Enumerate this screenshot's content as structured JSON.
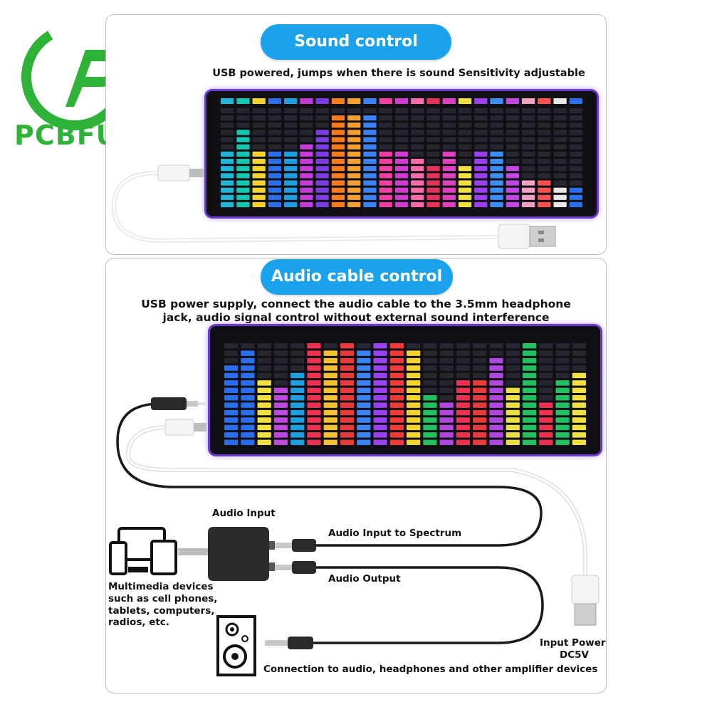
{
  "brand": {
    "name": "PCBFUN",
    "monogram": "P",
    "logo_color": "#2fb238"
  },
  "accent_color": "#1aa3ec",
  "section1": {
    "title": "Sound control",
    "subtitle": "USB powered, jumps when there is sound Sensitivity adjustable"
  },
  "section2": {
    "title": "Audio cable control",
    "subtitle_line1": "USB power supply, connect the audio cable to the 3.5mm headphone",
    "subtitle_line2": "jack, audio signal control without external sound interference",
    "labels": {
      "audio_input": "Audio Input",
      "audio_input_to_spectrum": "Audio Input to Spectrum",
      "audio_output": "Audio Output",
      "multimedia_line1": "Multimedia devices",
      "multimedia_line2": "such as cell phones,",
      "multimedia_line3": "tablets, computers,",
      "multimedia_line4": "radios, etc.",
      "input_power_line1": "Input Power",
      "input_power_line2": "DC5V",
      "connection": "Connection to audio, headphones and other amplifier devices"
    }
  },
  "spectrum1": {
    "levels": [
      0.57,
      0.78,
      0.55,
      0.6,
      0.55,
      0.66,
      0.78,
      0.96,
      0.95,
      0.96,
      0.59,
      0.6,
      0.5,
      0.44,
      0.6,
      0.44,
      0.6,
      0.55,
      0.44,
      0.26,
      0.3,
      0.21,
      0.22
    ],
    "colors": [
      "#1fb6d8",
      "#14c7b0",
      "#f2d42c",
      "#2a6ee8",
      "#1e9fe0",
      "#c53bd8",
      "#7a3de0",
      "#ff7a1a",
      "#f5a030",
      "#3b82f6",
      "#f23fa0",
      "#d23bd0",
      "#ff6aa8",
      "#e6325a",
      "#e040c0",
      "#f0e040",
      "#9a40f0",
      "#3b8ef6",
      "#c048e0",
      "#f0a0c0",
      "#ff5050",
      "#e8e8e8",
      "#2b6ef0"
    ]
  },
  "spectrum2": {
    "levels": [
      0.78,
      0.9,
      0.63,
      0.55,
      0.72,
      0.98,
      0.96,
      1.0,
      0.96,
      1.0,
      1.0,
      0.96,
      0.5,
      0.43,
      0.62,
      0.65,
      0.88,
      0.6,
      0.98,
      0.4,
      0.63,
      0.7
    ],
    "colors": [
      "#2a6ef0",
      "#2a6ef0",
      "#f0e040",
      "#c048e0",
      "#1e9fe0",
      "#f03050",
      "#f5c030",
      "#e83a3a",
      "#3b82f6",
      "#9a40f0",
      "#f23a3a",
      "#f2d42c",
      "#22c060",
      "#b048e0",
      "#f03050",
      "#e83a3a",
      "#b048e0",
      "#e8e040",
      "#22c060",
      "#f03050",
      "#22c060",
      "#f0e040"
    ]
  }
}
